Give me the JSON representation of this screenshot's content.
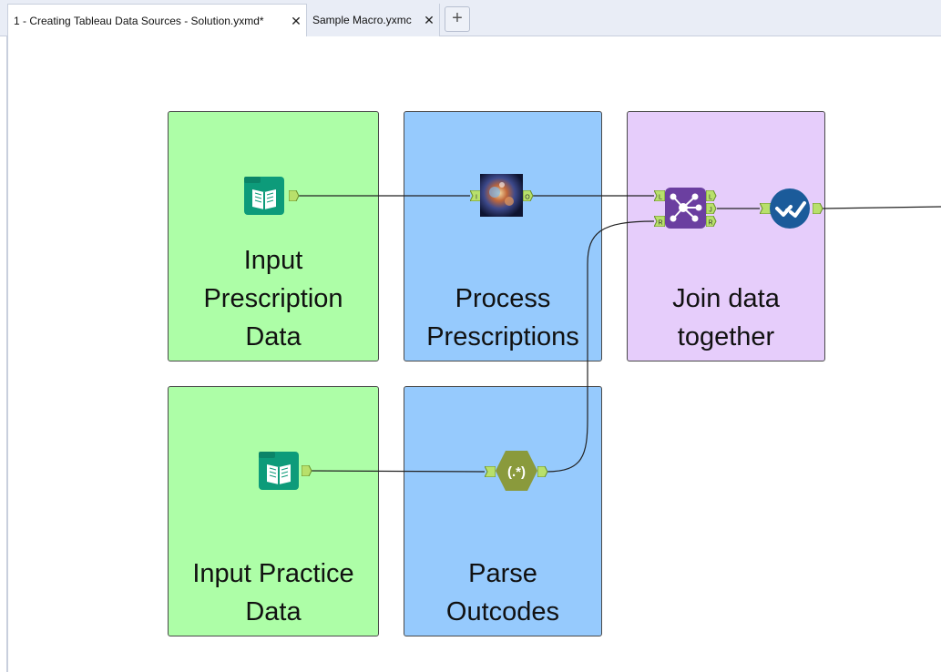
{
  "tabs": [
    {
      "label": "1 - Creating Tableau Data Sources - Solution.yxmd*",
      "close": "✕",
      "active": true
    },
    {
      "label": "Sample Macro.yxmc",
      "close": "✕",
      "active": false
    }
  ],
  "add_tab_label": "+",
  "containers": {
    "input_prescription": {
      "lines": [
        "Input",
        "Prescription",
        "Data"
      ],
      "color": "#adfea7"
    },
    "process_prescriptions": {
      "lines": [
        "Process",
        "Prescriptions"
      ],
      "color": "#96cafd"
    },
    "join": {
      "lines": [
        "Join data",
        "together"
      ],
      "color": "#e6cdfb"
    },
    "input_practice": {
      "lines": [
        "Input Practice",
        "Data"
      ],
      "color": "#adfea7"
    },
    "parse_outcodes": {
      "lines": [
        "Parse",
        "Outcodes"
      ],
      "color": "#96cafd"
    }
  },
  "anchors": {
    "macro_in": "I",
    "macro_out": "O",
    "join_left": "L",
    "join_right": "R",
    "join_out_left": "L",
    "join_out_join": "J",
    "join_out_right": "R",
    "regex_glyph": "(.*)"
  },
  "icons": [
    "input-data-icon",
    "macro-icon",
    "join-icon",
    "output-data-icon",
    "regex-icon"
  ]
}
